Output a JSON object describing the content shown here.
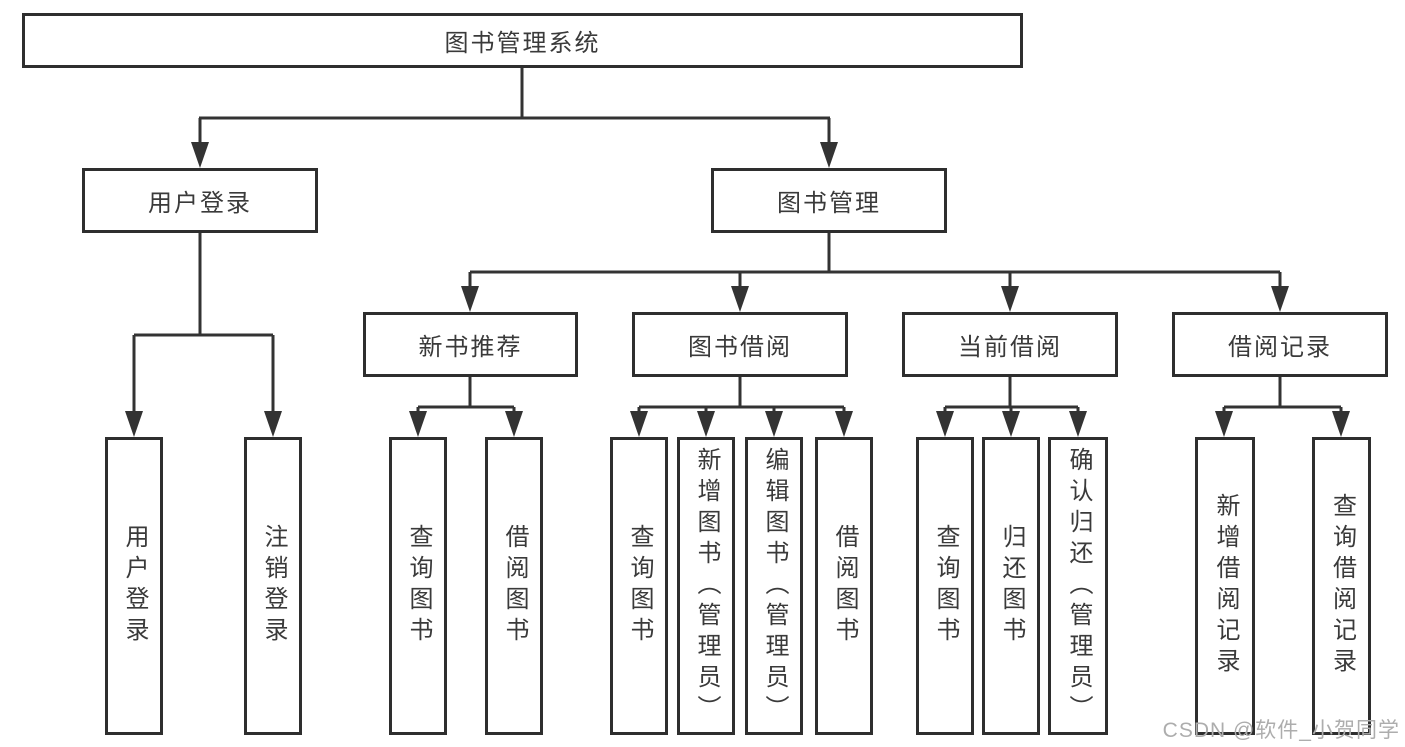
{
  "diagram_title": "图书管理系统",
  "tree": {
    "label": "图书管理系统",
    "children": [
      {
        "label": "用户登录",
        "children": [
          {
            "label": "用户登录"
          },
          {
            "label": "注销登录"
          }
        ]
      },
      {
        "label": "图书管理",
        "children": [
          {
            "label": "新书推荐",
            "children": [
              {
                "label": "查询图书"
              },
              {
                "label": "借阅图书"
              }
            ]
          },
          {
            "label": "图书借阅",
            "children": [
              {
                "label": "查询图书"
              },
              {
                "label": "新增图书（管理员）"
              },
              {
                "label": "编辑图书（管理员）"
              },
              {
                "label": "借阅图书"
              }
            ]
          },
          {
            "label": "当前借阅",
            "children": [
              {
                "label": "查询图书"
              },
              {
                "label": "归还图书"
              },
              {
                "label": "确认归还（管理员）"
              }
            ]
          },
          {
            "label": "借阅记录",
            "children": [
              {
                "label": "新增借阅记录"
              },
              {
                "label": "查询借阅记录"
              }
            ]
          }
        ]
      }
    ]
  },
  "watermark": {
    "text": "CSDN @软件_小贺同学"
  },
  "colors": {
    "line": "#333333",
    "border": "#2e2e2e",
    "text": "#3a3a3a",
    "watermark": "#adadad",
    "background": "#ffffff"
  }
}
